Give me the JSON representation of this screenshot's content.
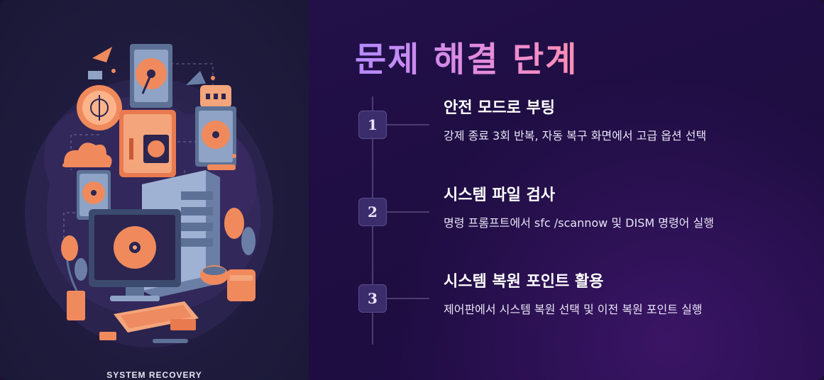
{
  "left": {
    "caption": "SYSTEM RECOVERY"
  },
  "main": {
    "title": "문제 해결 단계",
    "steps": [
      {
        "number": "1",
        "heading": "안전 모드로 부팅",
        "description": "강제 종료 3회 반복, 자동 복구 화면에서 고급 옵션 선택"
      },
      {
        "number": "2",
        "heading": "시스템 파일 검사",
        "description": "명령 프롬프트에서 sfc /scannow 및 DISM 명령어 실행"
      },
      {
        "number": "3",
        "heading": "시스템 복원 포인트 활용",
        "description": "제어판에서 시스템 복원 선택 및 이전 복원 포인트 실행"
      }
    ]
  },
  "colors": {
    "accent_purple": "#b48bff",
    "accent_pink": "#ff8fb3",
    "illustration_orange": "#f08a5d",
    "illustration_slate": "#5b6f93"
  }
}
